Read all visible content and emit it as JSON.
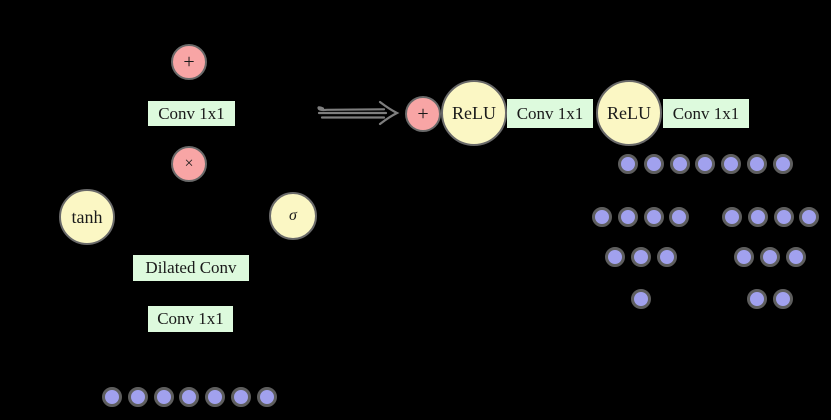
{
  "diagram_title": "wavenet-residual-block-equivalence",
  "colors": {
    "background": "#000000",
    "op_node_fill": "#f8a5a5",
    "activation_node_fill": "#fbf7c4",
    "conv_box_fill": "#ddfadd",
    "sample_dot_fill": "#a1a1ee",
    "node_border": "#696969",
    "dot_border": "#5e5e5e",
    "arrow": "#7e7e7e",
    "text": "#1a1a1a"
  },
  "left_block": {
    "plus_label": "+",
    "conv_top_label": "Conv 1x1",
    "times_label": "×",
    "tanh_label": "tanh",
    "sigma_label": "σ",
    "dilated_conv_label": "Dilated Conv",
    "conv_bottom_label": "Conv 1x1",
    "input_dots_count": 7
  },
  "arrow": {
    "meaning": "equivalence-arrow",
    "direction": "right"
  },
  "right_block": {
    "plus_label": "+",
    "relu1_label": "ReLU",
    "conv1_label": "Conv 1x1",
    "relu2_label": "ReLU",
    "conv2_label": "Conv 1x1",
    "dot_rows": [
      {
        "groups": [
          7
        ]
      },
      {
        "groups": [
          4,
          4
        ]
      },
      {
        "groups": [
          3,
          3
        ]
      },
      {
        "groups": [
          1,
          2
        ]
      }
    ]
  }
}
